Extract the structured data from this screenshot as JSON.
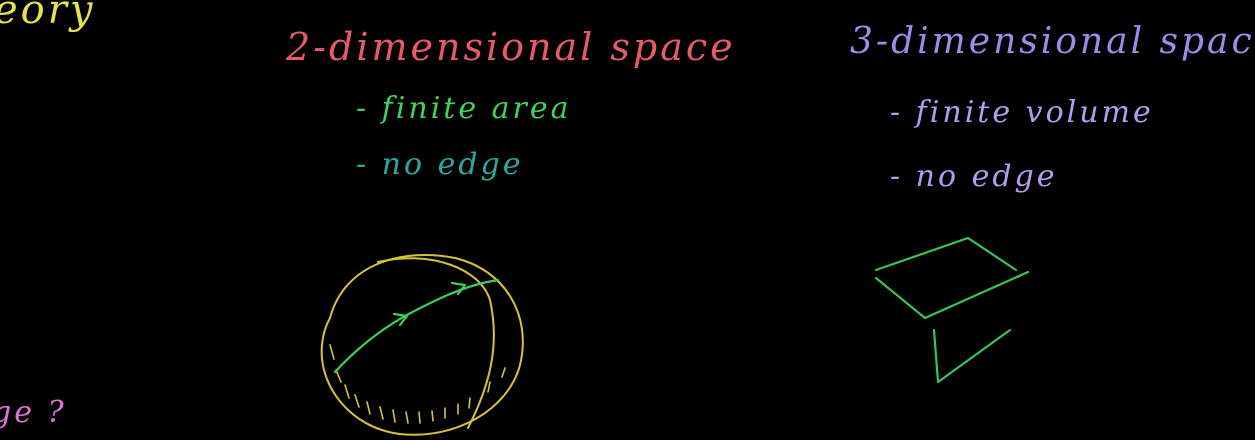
{
  "colors": {
    "background": "#000000",
    "yellow": "#e6e24a",
    "red": "#e85a6a",
    "green": "#3fd35e",
    "teal": "#2aa7a0",
    "purple": "#9a8ee8",
    "lavender": "#b49cf0",
    "magenta": "#e074d8",
    "sphere": "#d9c23a",
    "arrow": "#3ccf5a"
  },
  "left_edge": {
    "top_word": "eory",
    "bottom_word": "ge ?"
  },
  "two_dim": {
    "heading": "2-dimensional space",
    "items": [
      "- finite area",
      "- no edge"
    ]
  },
  "three_dim": {
    "heading": "3-dimensional spac",
    "items": [
      "- finite volume",
      "- no edge"
    ]
  },
  "drawings": {
    "sphere": "sphere-sketch",
    "shape": "open-box-sketch"
  }
}
